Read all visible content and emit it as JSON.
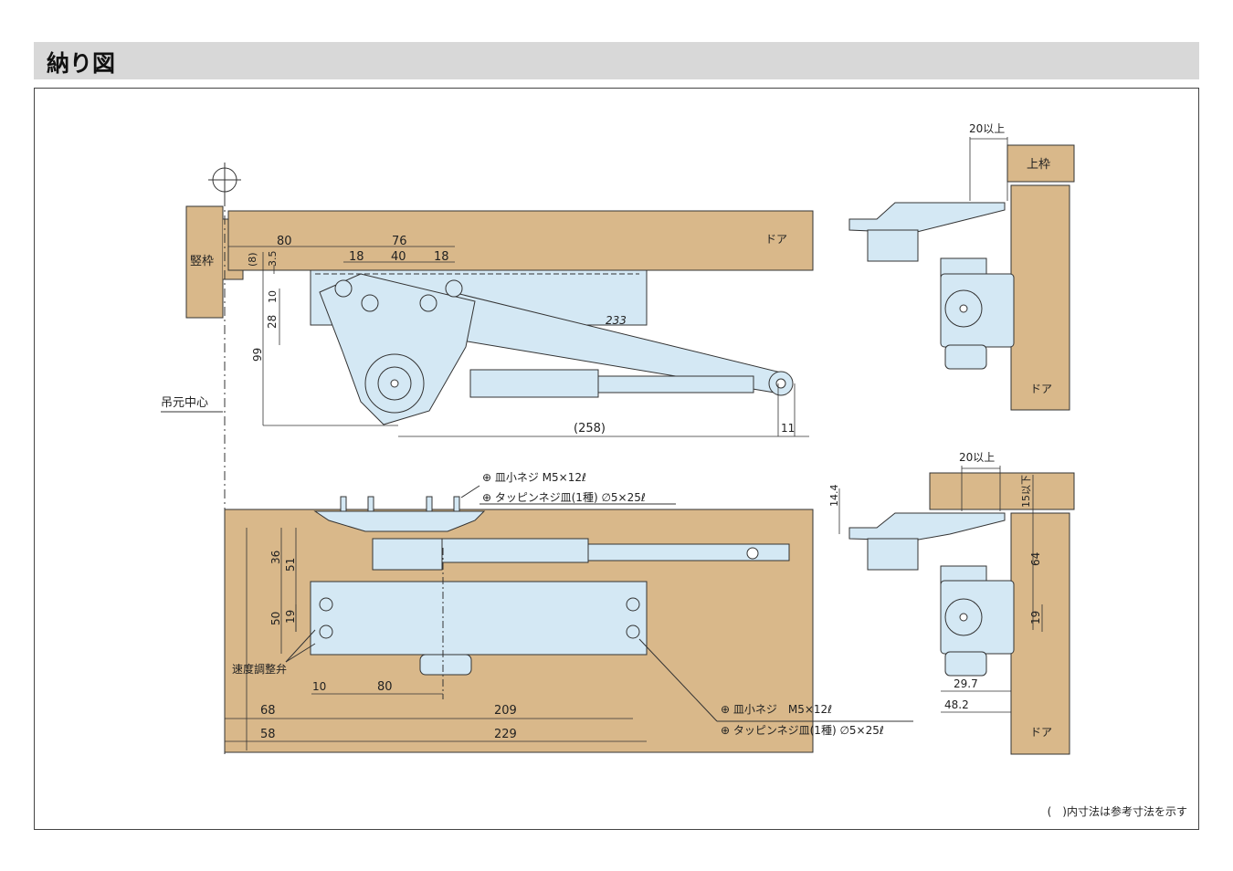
{
  "page": {
    "title": "納り図"
  },
  "labels": {
    "door": "ドア",
    "jamb": "竪枠",
    "top_frame": "上枠",
    "hinge_center": "吊元中心",
    "speed_valve": "速度調整弁",
    "screw1": "⊕ 皿小ネジ M5×12ℓ",
    "screw2": "⊕ タッピンネジ皿(1種) ∅5×25ℓ",
    "screw3": "⊕ 皿小ネジ　M5×12ℓ",
    "screw4": "⊕ タッピンネジ皿(1種) ∅5×25ℓ",
    "footnote": "(　)内寸法は参考寸法を示す"
  },
  "dims_top": {
    "d80": "80",
    "d76": "76",
    "d18a": "18",
    "d40": "40",
    "d18b": "18",
    "d8": "(8)",
    "d3_5": "3.5",
    "d10": "10",
    "d28": "28",
    "d99": "99",
    "d233": "233",
    "d258": "(258)",
    "d11": "11"
  },
  "dims_bottom": {
    "d36": "36",
    "d51": "51",
    "d50": "50",
    "d19": "19",
    "d10": "10",
    "d80": "80",
    "d68": "68",
    "d209": "209",
    "d58": "58",
    "d229": "229"
  },
  "dims_side": {
    "d20a": "20以上",
    "d20b": "20以上",
    "d14_4": "14.4",
    "d15": "15以下",
    "d64": "64",
    "d19": "19",
    "d29_7": "29.7",
    "d48_2": "48.2"
  }
}
